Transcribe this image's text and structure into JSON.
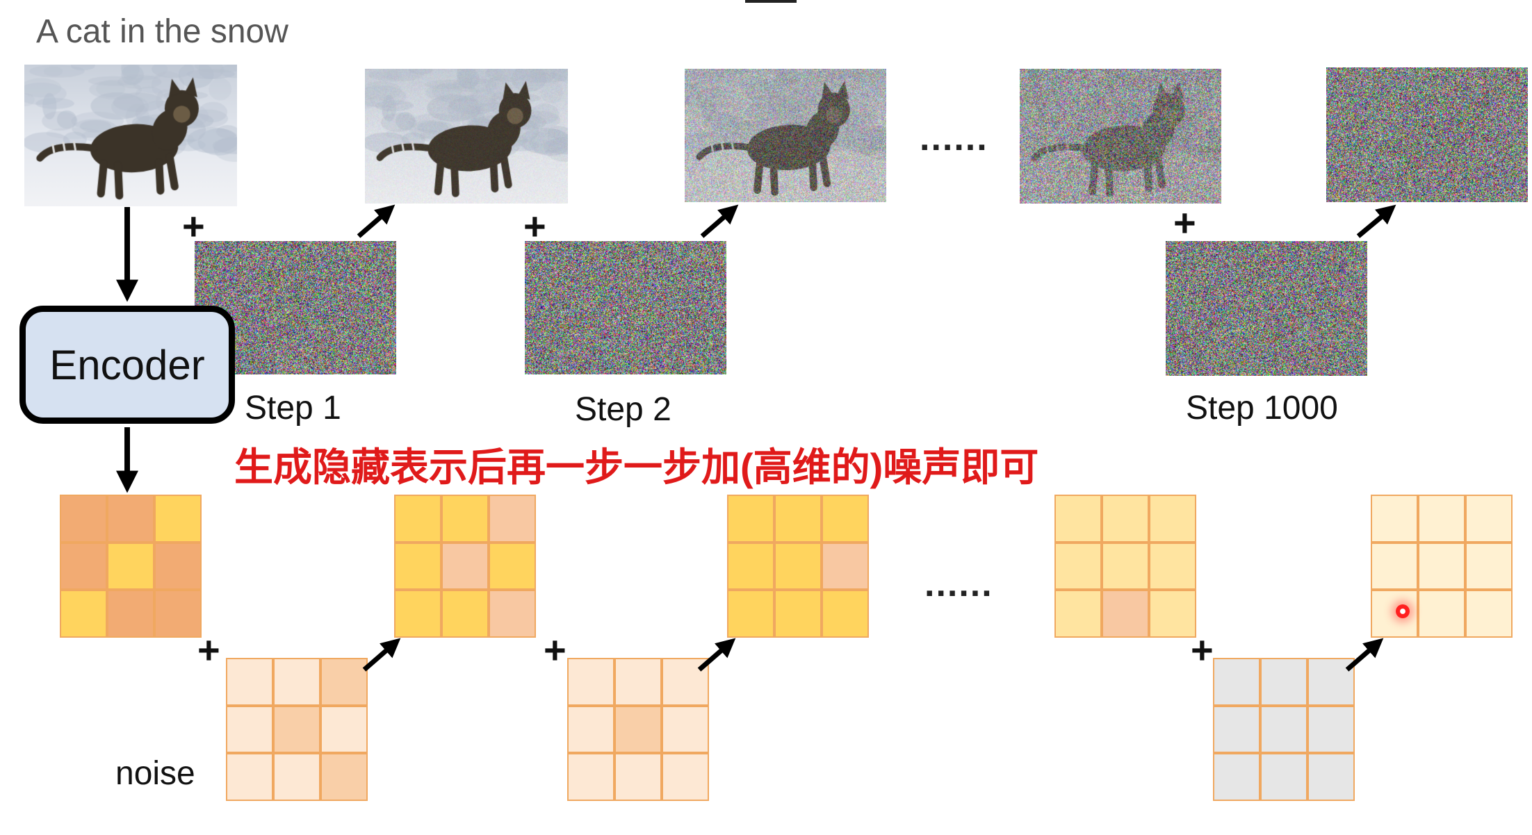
{
  "caption": "A cat in the snow",
  "encoder_label": "Encoder",
  "steps": [
    "Step 1",
    "Step 2",
    "Step 1000"
  ],
  "red_caption": "生成隐藏表示后再一步一步加(高维的)噪声即可",
  "noise_label": "noise",
  "ellipsis": "......",
  "plus": "+",
  "icons": [
    "cat-photo",
    "noise-image",
    "arrow-icon",
    "plus-icon",
    "cursor-dot-icon"
  ],
  "colors": {
    "orange_dark": "#f2ab73",
    "yellow": "#ffd45e",
    "peach": "#f8c8a2",
    "light_yellow": "#ffe4a0",
    "pale": "#fde8d4",
    "pale_mid": "#f9cfa8",
    "cream": "#fff1d2",
    "gray": "#e6e6e6",
    "border": "#f0a860",
    "caption_red": "#e01a1a",
    "encoder_fill": "#d6e1f1"
  },
  "grids": {
    "latent0": [
      "orange_dark",
      "orange_dark",
      "yellow",
      "orange_dark",
      "yellow",
      "orange_dark",
      "yellow",
      "orange_dark",
      "orange_dark"
    ],
    "latent1": [
      "yellow",
      "yellow",
      "peach",
      "yellow",
      "peach",
      "yellow",
      "yellow",
      "yellow",
      "peach"
    ],
    "latent2": [
      "yellow",
      "yellow",
      "yellow",
      "yellow",
      "yellow",
      "peach",
      "yellow",
      "yellow",
      "yellow"
    ],
    "latent3": [
      "light_yellow",
      "light_yellow",
      "light_yellow",
      "light_yellow",
      "light_yellow",
      "light_yellow",
      "light_yellow",
      "peach",
      "light_yellow"
    ],
    "latent4": [
      "cream",
      "cream",
      "cream",
      "cream",
      "cream",
      "cream",
      "cream",
      "cream",
      "cream"
    ],
    "noise1": [
      "pale",
      "pale",
      "pale_mid",
      "pale",
      "pale_mid",
      "pale",
      "pale",
      "pale",
      "pale_mid"
    ],
    "noise2": [
      "pale",
      "pale",
      "pale",
      "pale",
      "pale_mid",
      "pale",
      "pale",
      "pale",
      "pale"
    ],
    "noise3": [
      "gray",
      "gray",
      "gray",
      "gray",
      "gray",
      "gray",
      "gray",
      "gray",
      "gray"
    ]
  }
}
